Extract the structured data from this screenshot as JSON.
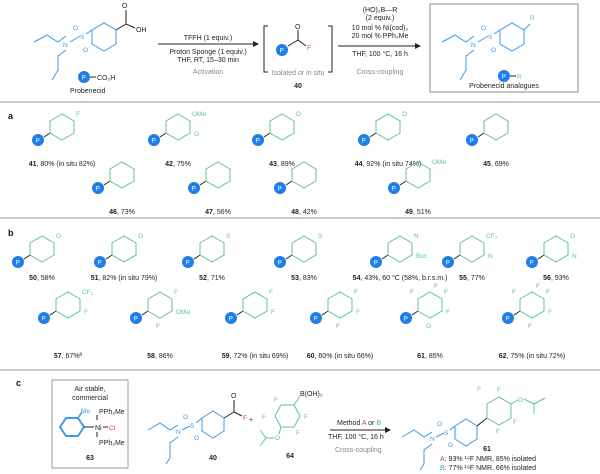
{
  "colors": {
    "product_fragment": "#5cc494",
    "probenecid": "#3b9be8",
    "p_badge": "#1f7fe8",
    "fluoride": "#e8343a",
    "method_a": "#b03fb0",
    "method_b": "#3bb0c0"
  },
  "header": {
    "start_label": "Probenecid",
    "start_acid": "CO₂H",
    "start_oh": "OH",
    "p_badge": "P",
    "step1": {
      "line1": "TFFH (1 equiv.)",
      "line2": "Proton Sponge (1 equiv.)",
      "line3": "THF, RT, 15–30 min",
      "caption": "Activation"
    },
    "intermediate": {
      "caption": "Isolated or in situ",
      "number": "40",
      "f": "F",
      "o": "O"
    },
    "step2": {
      "line1": "(HO)₂B—R",
      "line2": "(2 equiv.)",
      "line3": "10 mol % Ni(cod)₂",
      "line4": "20 mol % PPh₂Me",
      "line5": "THF, 100 °C, 16 h",
      "caption": "Cross-coupling"
    },
    "product": {
      "caption": "Probenecid analogues",
      "r": "R"
    },
    "sulfonyl": {
      "s": "S",
      "n": "N",
      "o": "O"
    }
  },
  "sections": {
    "a": {
      "label": "a",
      "compounds": [
        {
          "num": "41",
          "yield": ", 80% (in situ 82%)",
          "subs": [
            "F"
          ]
        },
        {
          "num": "42",
          "yield": ", 75%",
          "subs": [
            "OMe",
            "O"
          ]
        },
        {
          "num": "43",
          "yield": ", 89%",
          "subs": [
            "O"
          ]
        },
        {
          "num": "44",
          "yield": ", 92% (in situ 74%)",
          "subs": [
            "O"
          ]
        },
        {
          "num": "45",
          "yield": ", 69%",
          "subs": []
        },
        {
          "num": "46",
          "yield": ", 73%",
          "subs": []
        },
        {
          "num": "47",
          "yield": ", 56%",
          "subs": []
        },
        {
          "num": "48",
          "yield": ", 42%",
          "subs": []
        },
        {
          "num": "49",
          "yield": ", 51%",
          "subs": [
            "OMe"
          ]
        }
      ]
    },
    "b": {
      "label": "b",
      "compounds": [
        {
          "num": "50",
          "yield": ", 58%",
          "subs": [
            "O"
          ]
        },
        {
          "num": "51",
          "yield": ", 82% (in situ 79%)",
          "subs": [
            "O"
          ]
        },
        {
          "num": "52",
          "yield": ", 71%",
          "subs": [
            "S"
          ]
        },
        {
          "num": "53",
          "yield": ", 83%",
          "subs": [
            "S"
          ]
        },
        {
          "num": "54",
          "yield": ", 43%, 60 °C (58%, b.r.s.m.)",
          "subs": [
            "N",
            "Boc"
          ]
        },
        {
          "num": "55",
          "yield": ", 77%",
          "subs": [
            "CF₃",
            "N"
          ]
        },
        {
          "num": "56",
          "yield": ", 93%",
          "subs": [
            "O",
            "N"
          ]
        },
        {
          "num": "57",
          "yield": ", 67%ª",
          "subs": [
            "CF₃",
            "F"
          ]
        },
        {
          "num": "58",
          "yield": ", 86%",
          "subs": [
            "F",
            "OMe",
            "F"
          ]
        },
        {
          "num": "59",
          "yield": ", 72% (in situ 69%)",
          "subs": [
            "F",
            "F"
          ]
        },
        {
          "num": "60",
          "yield": ", 60% (in situ 66%)",
          "subs": [
            "F",
            "F",
            "F"
          ]
        },
        {
          "num": "61",
          "yield": ", 85%",
          "subs": [
            "F",
            "F",
            "O",
            "F",
            "F"
          ]
        },
        {
          "num": "62",
          "yield": ", 75% (in situ 72%)",
          "subs": [
            "F",
            "F",
            "F",
            "F",
            "F"
          ]
        }
      ]
    },
    "c": {
      "label": "c",
      "catalyst_box": {
        "line1": "Air stable,",
        "line2": "commercial",
        "me": "Me",
        "pph2me_top": "PPh₂Me",
        "pph2me_bottom": "PPh₂Me",
        "ni": "Ni",
        "cl": "Cl",
        "number": "63"
      },
      "acyl_fluoride_number": "40",
      "plus": "+",
      "boronic": {
        "group": "B(OH)₂",
        "f": "F",
        "o": "O",
        "number": "64"
      },
      "arrow": {
        "line1_prefix": "Method ",
        "a": "A",
        "or": " or ",
        "b": "B",
        "line2": "THF, 100 °C, 16 h",
        "caption": "Cross-coupling"
      },
      "product": {
        "number": "61",
        "result_a_key": "A",
        "result_a": ": 93% ¹⁹F NMR, 85% isolated",
        "result_b_key": "B",
        "result_b": ": 77% ¹⁹F NMR, 66% isolated"
      }
    }
  }
}
